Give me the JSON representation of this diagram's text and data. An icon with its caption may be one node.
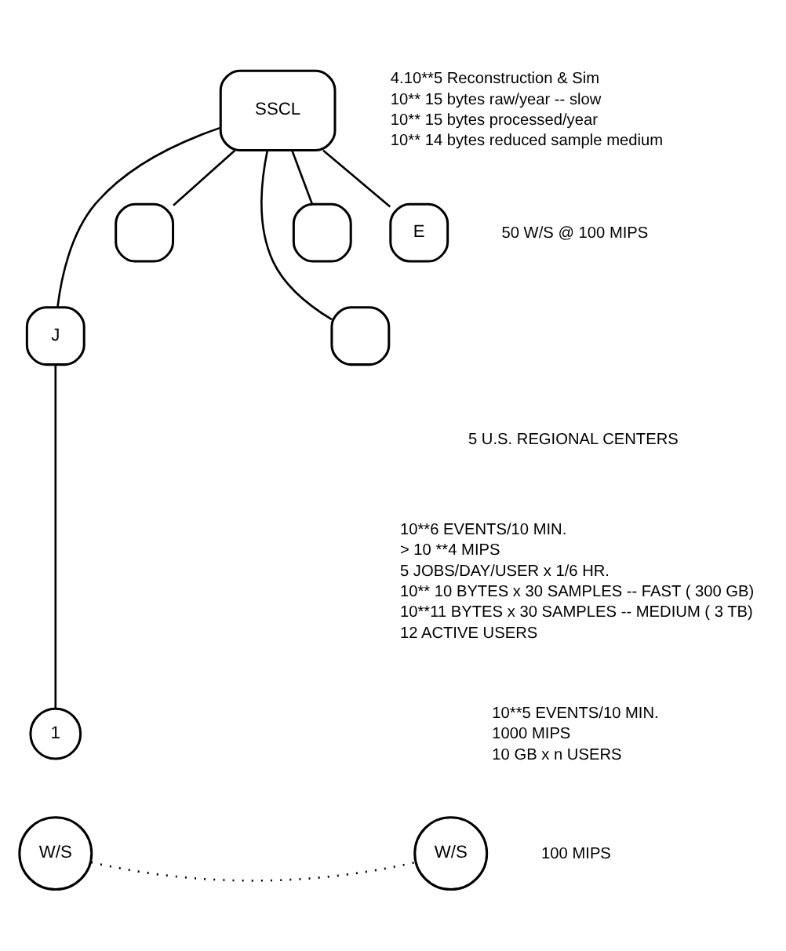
{
  "diagram": {
    "nodes": [
      {
        "text": [
          "SSCL"
        ],
        "beside": [
          "4.10**5 Reconstruction & Sim",
          "10** 15 bytes raw/year -- slow",
          "10** 15 bytes processed/year",
          "10** 14 bytes reduced sample medium"
        ]
      },
      {
        "text": [
          "J"
        ]
      },
      {
        "text": [],
        "shape": "box"
      },
      {
        "text": [],
        "shape": "box"
      },
      {
        "text": [],
        "shape": "box"
      },
      {
        "text": [
          "E"
        ]
      },
      {
        "text": [
          "1"
        ]
      },
      {
        "text": [
          "W/S"
        ]
      },
      {
        "text": [
          "W/S"
        ]
      }
    ],
    "edges": [
      {
        "from": 0,
        "to": 1,
        "arrow": "none"
      },
      {
        "from": 0,
        "to": 2,
        "arrow": "none"
      },
      {
        "from": 0,
        "to": 3,
        "arrow": "none"
      },
      {
        "from": 0,
        "to": 4,
        "arrow": "none"
      },
      {
        "from": 0,
        "to": 5,
        "arrow": "none"
      },
      {
        "from": 1,
        "to": 6,
        "arrow": "none"
      },
      {
        "from": 7,
        "to": 8,
        "arrow": "none",
        "style": "dashed"
      }
    ],
    "labels": [
      "50 W/S @ 100 MIPS",
      "5 U.S. REGIONAL CENTERS",
      "10**6 EVENTS/10 MIN.",
      "> 10 **4 MIPS",
      "5 JOBS/DAY/USER x 1/6 HR.",
      "10** 10 BYTES x 30 SAMPLES -- FAST ( 300 GB)",
      "10**11 BYTES x 30 SAMPLES -- MEDIUM ( 3 TB)",
      "12 ACTIVE USERS",
      "10**5 EVENTS/10 MIN.",
      "1000 MIPS",
      "10 GB x n USERS",
      "100 MIPS"
    ]
  }
}
